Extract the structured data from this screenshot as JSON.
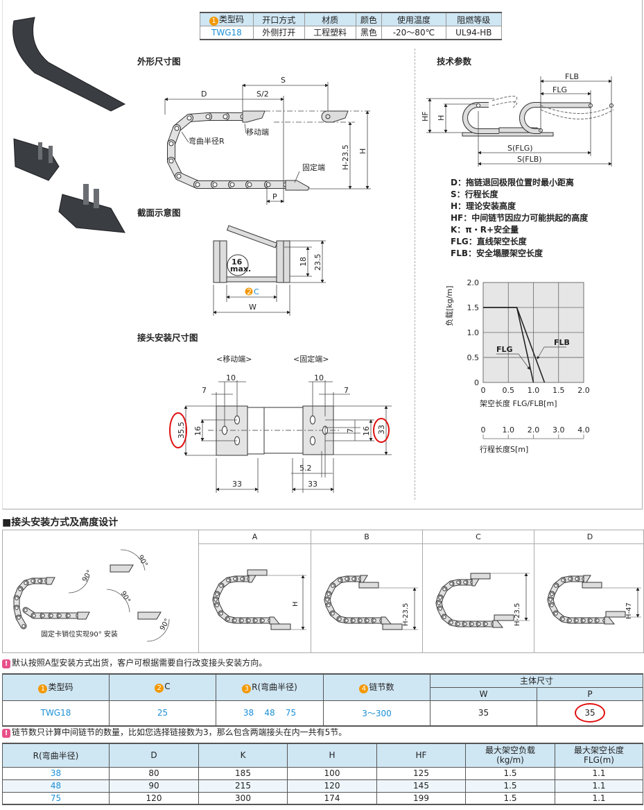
{
  "spec_table": {
    "headers": [
      "类型码",
      "开口方式",
      "材质",
      "颜色",
      "使用温度",
      "阻燃等级"
    ],
    "header_num": "1",
    "row": [
      "TWG18",
      "外侧打开",
      "工程塑料",
      "黑色",
      "-20～80℃",
      "UL94-HB"
    ]
  },
  "outline": {
    "title": "外形尺寸图",
    "labels": {
      "S": "S",
      "S2": "S/2",
      "D": "D",
      "moving": "移动端",
      "radius": "弯曲半径R",
      "fixed": "固定端",
      "H235": "H-23.5",
      "H": "H",
      "P": "P"
    }
  },
  "tech": {
    "title": "技术参数",
    "labels": {
      "FLB": "FLB",
      "FLG": "FLG",
      "HF": "HF",
      "H": "H",
      "SFLG": "S(FLG)",
      "SFLB": "S(FLB)"
    },
    "legend": [
      "D：拖链退回极限位置时最小距离",
      "S：行程长度",
      "H：理论安装高度",
      "HF：中间链节因应力可能拱起的高度",
      "K：π・R+安全量",
      "FLG：直线架空长度",
      "FLB：安全塌腰架空长度"
    ]
  },
  "chart_data": {
    "type": "line",
    "xlabel": "架空长度 FLG/FLB[m]",
    "ylabel": "负载[kg/m]",
    "xlim": [
      0,
      2.0
    ],
    "ylim": [
      0,
      2.0
    ],
    "xticks": [
      "0",
      "0.5",
      "1.0",
      "1.5",
      "2.0"
    ],
    "yticks": [
      "0",
      "0.5",
      "1.0",
      "1.5",
      "2.0"
    ],
    "grid": true,
    "series": [
      {
        "name": "FLG",
        "x": [
          0,
          0.67,
          1.0
        ],
        "y": [
          1.5,
          1.5,
          0
        ]
      },
      {
        "name": "FLB",
        "x": [
          0,
          0.67,
          1.22
        ],
        "y": [
          1.5,
          1.5,
          0
        ]
      }
    ],
    "secondary_axis": {
      "label": "行程长度S[m]",
      "ticks": [
        "0",
        "1.0",
        "2.0",
        "3.0",
        "4.0"
      ]
    }
  },
  "section": {
    "title": "截面示意图",
    "labels": {
      "max16": "16",
      "max": "max.",
      "d18": "18",
      "d235": "23.5",
      "C": "C",
      "C_num": "2",
      "W": "W"
    }
  },
  "joint": {
    "title": "接头安装尺寸图",
    "moving": "<移动端>",
    "fixed": "<固定端>",
    "dims": {
      "l10": "10",
      "l7": "7",
      "l16": "16",
      "l355": "35.5",
      "l33": "33",
      "r10": "10",
      "r7": "7",
      "r7v": "7",
      "r16": "16",
      "r33v": "33",
      "r52": "5.2",
      "r33": "33"
    }
  },
  "section2": {
    "title": "■接头安装方式及高度设计",
    "cols": [
      "A",
      "B",
      "C",
      "D"
    ],
    "left_caption": "固定卡销位实现90° 安装",
    "angle": "90°",
    "dims": [
      "H",
      "H-23.5",
      "H-23.5",
      "H-47"
    ]
  },
  "note1": "默认按照A型安装方式出货，客户可根据需要自行改变接头安装方向。",
  "order_table": {
    "headers": [
      {
        "num": "1",
        "label": "类型码"
      },
      {
        "num": "2",
        "label": "C"
      },
      {
        "num": "3",
        "label": "R(弯曲半径)"
      },
      {
        "num": "4",
        "label": "链节数"
      }
    ],
    "group": "主体尺寸",
    "sub": [
      "W",
      "P"
    ],
    "row": {
      "code": "TWG18",
      "C": "25",
      "R": [
        "38",
        "48",
        "75"
      ],
      "links": "3～300",
      "W": "35",
      "P": "35"
    }
  },
  "note2": "链节数只计算中间链节的数量，比如您选择链接数为3，那么包含两端接头在内一共有5节。",
  "dim_table": {
    "headers": [
      "R(弯曲半径)",
      "D",
      "K",
      "H",
      "HF",
      "最大架空负载",
      "(kg/m)",
      "最大架空长度",
      "FLG(m)"
    ],
    "rows": [
      [
        "38",
        "80",
        "185",
        "100",
        "125",
        "1.5",
        "1.1"
      ],
      [
        "48",
        "90",
        "215",
        "120",
        "145",
        "1.5",
        "1.1"
      ],
      [
        "75",
        "120",
        "300",
        "174",
        "199",
        "1.5",
        "1.1"
      ]
    ]
  },
  "colors": {
    "accent": "#1a8fd6",
    "header_bg": "#cfe6f3",
    "badge": "#f39800",
    "warn": "#e8508a",
    "highlight": "#e01010"
  }
}
